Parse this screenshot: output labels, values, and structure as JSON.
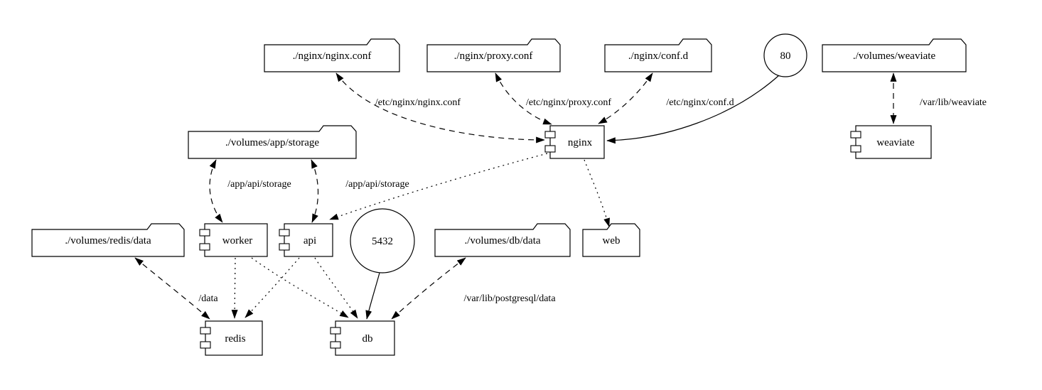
{
  "diagram": {
    "nodes": {
      "nginx_conf": {
        "label": "./nginx/nginx.conf",
        "type": "folder"
      },
      "proxy_conf": {
        "label": "./nginx/proxy.conf",
        "type": "folder"
      },
      "conf_d": {
        "label": "./nginx/conf.d",
        "type": "folder"
      },
      "port_80": {
        "label": "80",
        "type": "port"
      },
      "volumes_weaviate": {
        "label": "./volumes/weaviate",
        "type": "folder"
      },
      "volumes_app_storage": {
        "label": "./volumes/app/storage",
        "type": "folder"
      },
      "nginx": {
        "label": "nginx",
        "type": "component"
      },
      "weaviate": {
        "label": "weaviate",
        "type": "component"
      },
      "volumes_redis_data": {
        "label": "./volumes/redis/data",
        "type": "folder"
      },
      "worker": {
        "label": "worker",
        "type": "component"
      },
      "api": {
        "label": "api",
        "type": "component"
      },
      "port_5432": {
        "label": "5432",
        "type": "port"
      },
      "volumes_db_data": {
        "label": "./volumes/db/data",
        "type": "folder"
      },
      "web": {
        "label": "web",
        "type": "folder"
      },
      "redis": {
        "label": "redis",
        "type": "component"
      },
      "db": {
        "label": "db",
        "type": "component"
      }
    },
    "edge_labels": {
      "nginx_conf_mount": "/etc/nginx/nginx.conf",
      "proxy_conf_mount": "/etc/nginx/proxy.conf",
      "conf_d_mount": "/etc/nginx/conf.d",
      "weaviate_mount": "/var/lib/weaviate",
      "worker_storage_mount": "/app/api/storage",
      "api_storage_mount": "/app/api/storage",
      "redis_data_mount": "/data",
      "db_data_mount": "/var/lib/postgresql/data"
    }
  }
}
